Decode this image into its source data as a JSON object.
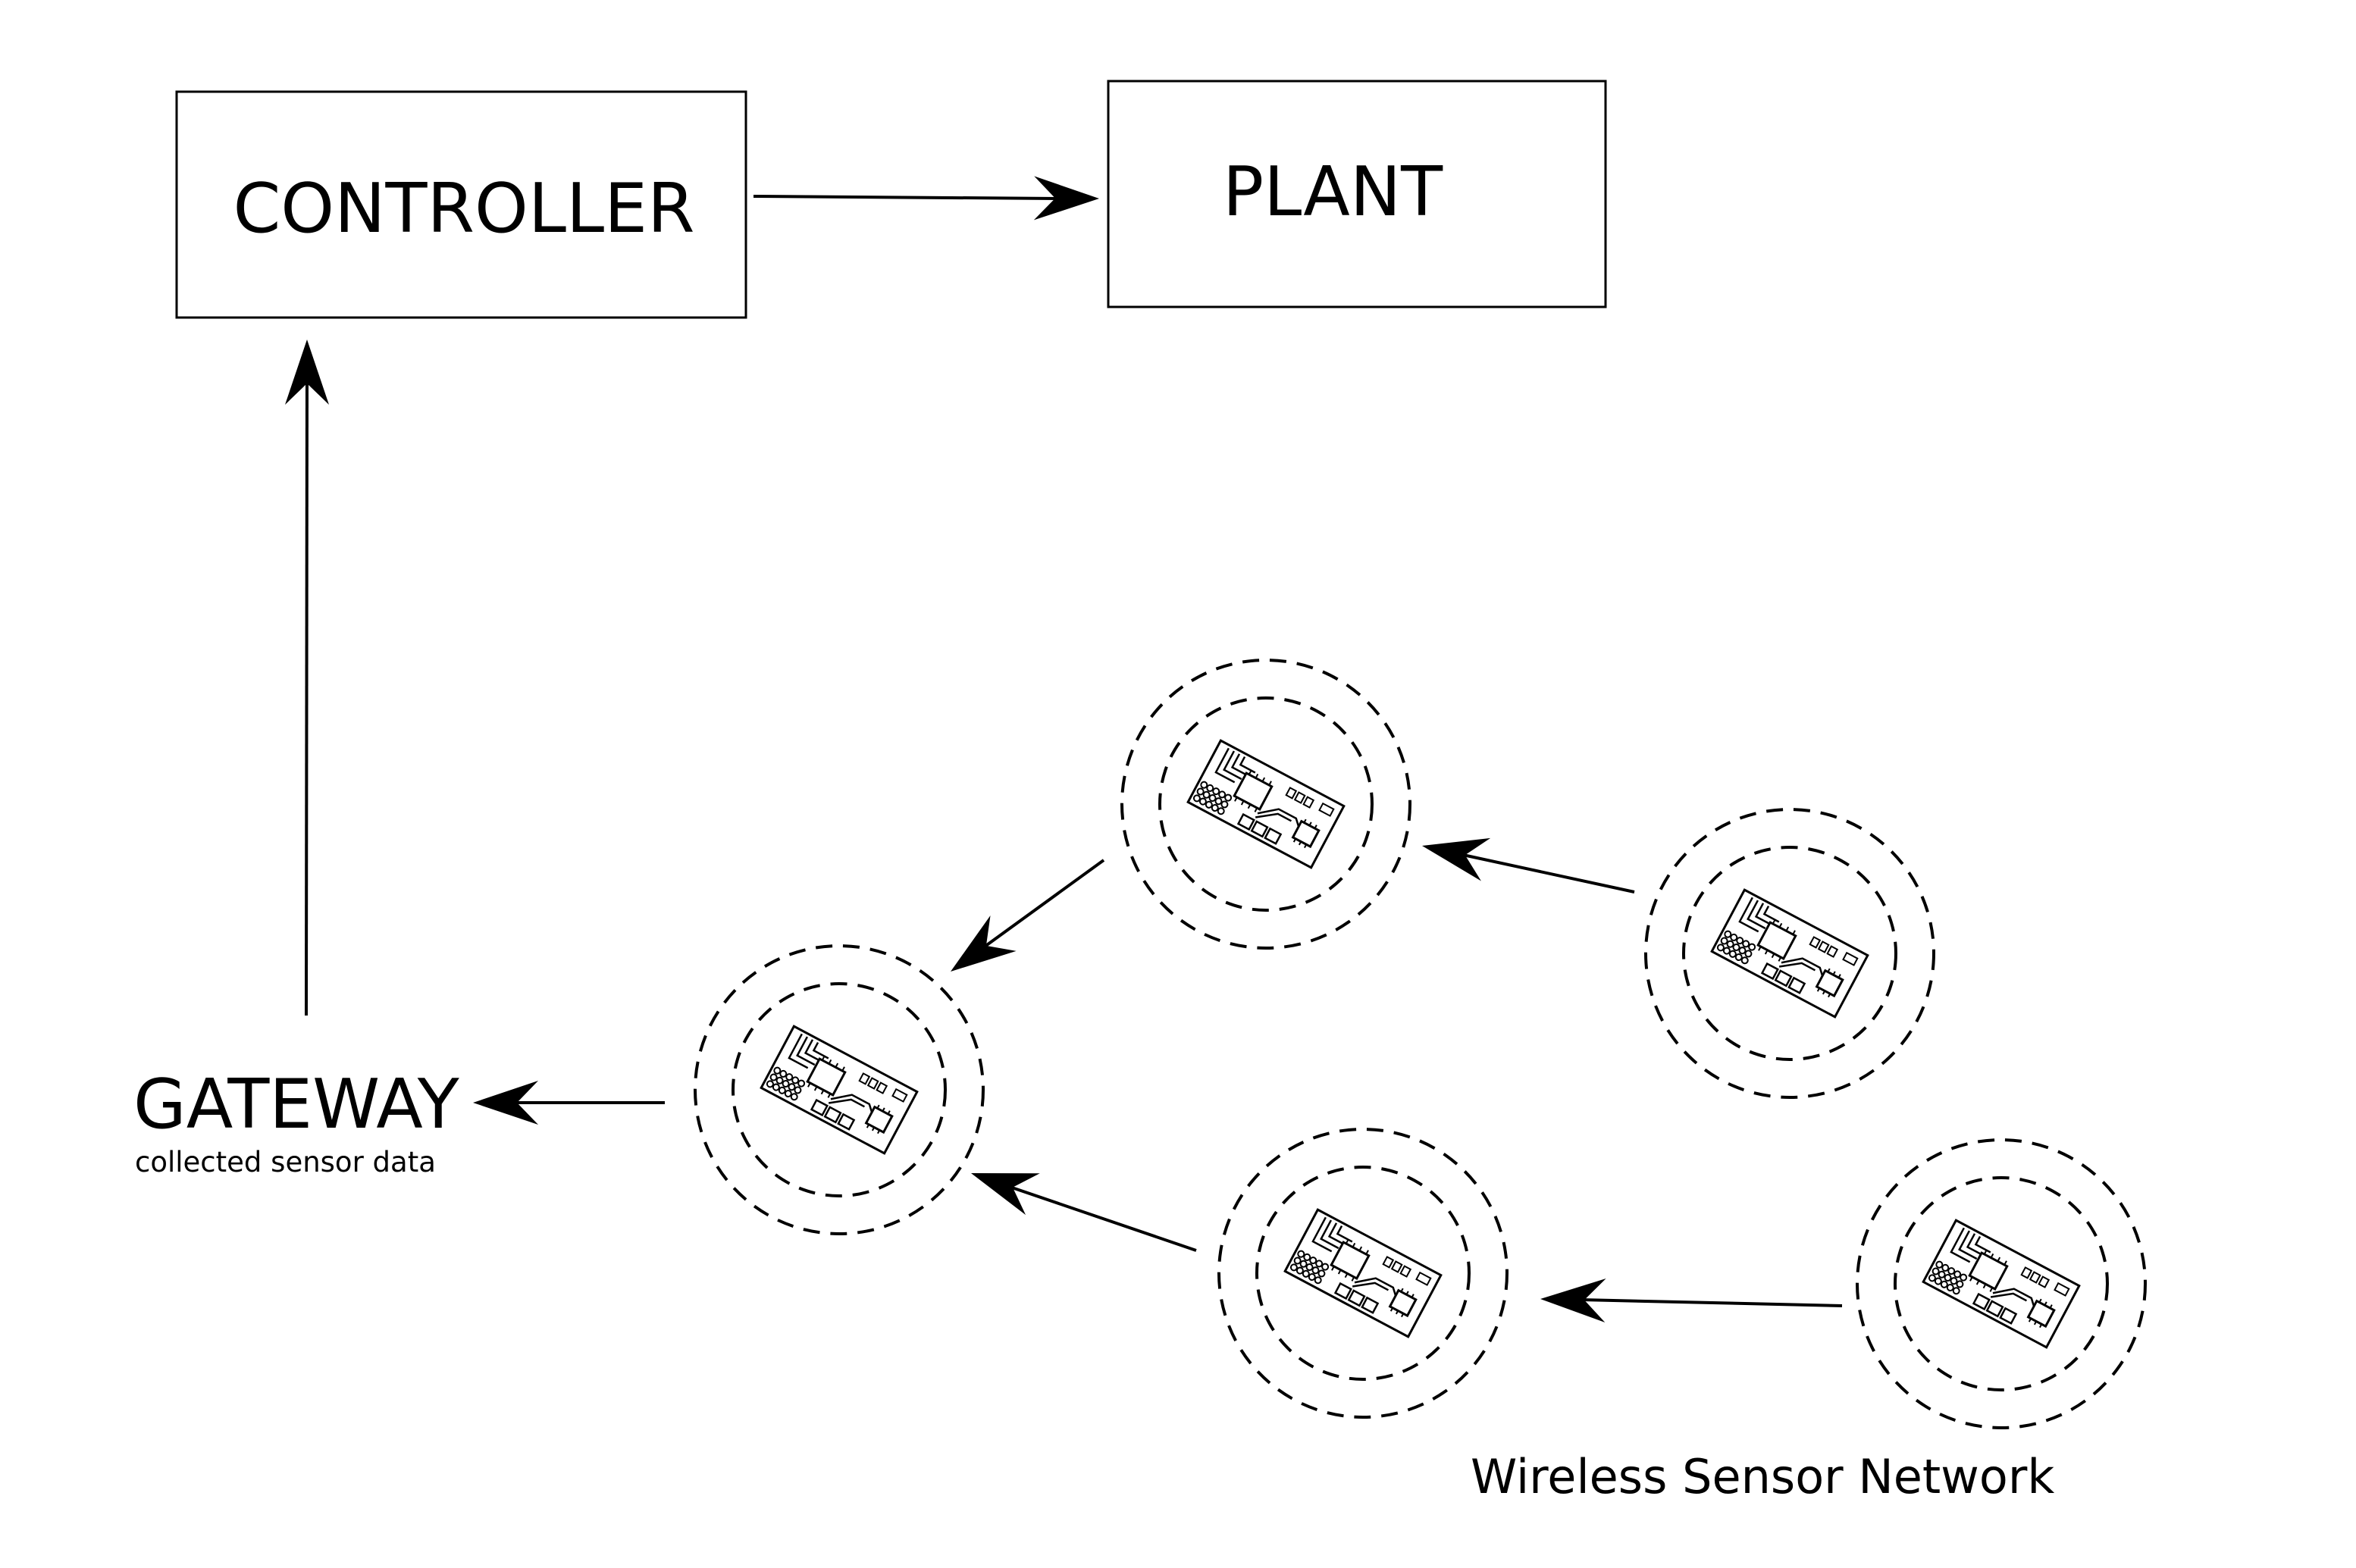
{
  "controller": {
    "label": "CONTROLLER"
  },
  "plant": {
    "label": "PLANT"
  },
  "gateway": {
    "label": "GATEWAY",
    "sublabel": "collected sensor data"
  },
  "network": {
    "caption": "Wireless Sensor Network"
  },
  "sensor_nodes": [
    {
      "id": "node-1"
    },
    {
      "id": "node-2"
    },
    {
      "id": "node-3"
    },
    {
      "id": "node-4"
    },
    {
      "id": "node-5"
    }
  ],
  "colors": {
    "stroke": "#000000",
    "background": "#ffffff"
  }
}
